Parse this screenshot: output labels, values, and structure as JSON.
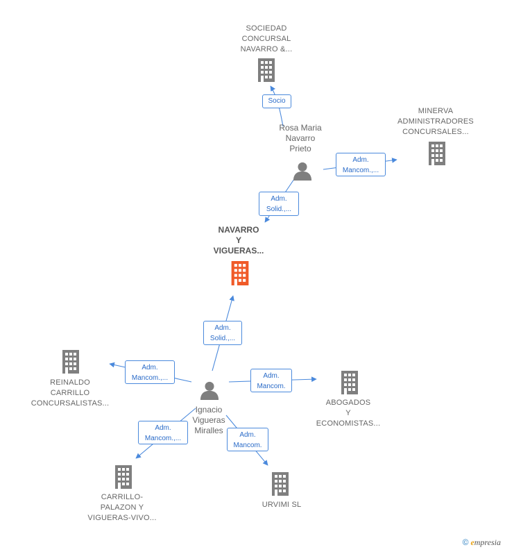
{
  "colors": {
    "edge": "#4a89dc",
    "node": "#7f7f7f",
    "focus": "#f05a28"
  },
  "nodes": {
    "sociedad": {
      "label": "SOCIEDAD\nCONCURSAL\nNAVARRO &...",
      "icon": "building-icon"
    },
    "rosa": {
      "label": "Rosa Maria\nNavarro\nPrieto",
      "icon": "person-icon"
    },
    "minerva": {
      "label": "MINERVA\nADMINISTRADORES\nCONCURSALES...",
      "icon": "building-icon"
    },
    "navarro": {
      "label": "NAVARRO\nY\nVIGUERAS...",
      "icon": "building-icon"
    },
    "reinaldo": {
      "label": "REINALDO\nCARRILLO\nCONCURSALISTAS...",
      "icon": "building-icon"
    },
    "ignacio": {
      "label": "Ignacio\nVigueras\nMiralles",
      "icon": "person-icon"
    },
    "abogados": {
      "label": "ABOGADOS\nY\nECONOMISTAS...",
      "icon": "building-icon"
    },
    "carrillo": {
      "label": "CARRILLO-\nPALAZON Y\nVIGUERAS-VIVO...",
      "icon": "building-icon"
    },
    "urvimi": {
      "label": "URVIMI SL",
      "icon": "building-icon"
    }
  },
  "edges": {
    "socio": "Socio",
    "rosa_minerva": "Adm.\nMancom.,...",
    "rosa_navarro": "Adm.\nSolid.,...",
    "ignacio_navarro": "Adm.\nSolid.,...",
    "ignacio_reinaldo": "Adm.\nMancom.,...",
    "ignacio_abogados": "Adm.\nMancom.",
    "ignacio_carrillo": "Adm.\nMancom.,...",
    "ignacio_urvimi": "Adm.\nMancom."
  },
  "brand": {
    "copyright": "©",
    "name": "mpresia",
    "initial": "e"
  }
}
